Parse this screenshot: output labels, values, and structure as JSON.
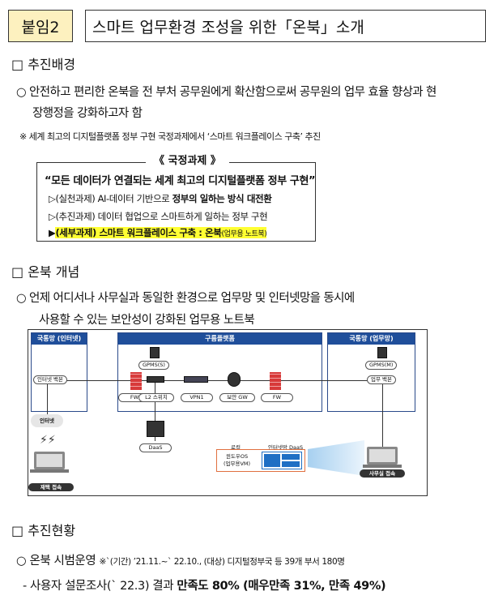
{
  "header": {
    "badge": "붙임2",
    "title": "스마트 업무환경 조성을 위한「온북」소개"
  },
  "section1": {
    "heading": "□ 추진배경",
    "bullet_l1": "○ 안전하고 편리한 온북을 전 부처 공무원에게 확산함으로써 공무원의 업무 효율 향상과 현",
    "bullet_l2": "장행정을 강화하고자 함",
    "note": "※ 세계 최고의 디지털플랫폼 정부 구현 국정과제에서 ‘스마트 워크플레이스 구축’ 추진",
    "task_box": {
      "title": "《 국정과제 》",
      "headline": "“모든 데이터가 연결되는 세계 최고의 디지털플랫폼 정부 구현”",
      "line1_prefix": "▷(실천과제) AI-데이터 기반으로 ",
      "line1_bold": "정부의 일하는 방식 대전환",
      "line2": "▷(추진과제) 데이터 협업으로 스마트하게 일하는 정부 구현",
      "line3_marker": "▶",
      "line3_bold": "(세부과제) 스마트 워크플레이스 구축  : 온북",
      "line3_small": "(업무용 노트북)"
    }
  },
  "section2": {
    "heading": "□ 온북 개념",
    "bullet_l1": "○ 언제 어디서나 사무실과 동일한 환경으로 업무망 및 인터넷망을 동시에",
    "bullet_l2": "사용할 수 있는 보안성이 강화된 업무용 노트북",
    "diagram": {
      "panel_left": "국통망 (인터넷)",
      "panel_mid": "구름플랫폼",
      "panel_right": "국통망 (업무망)",
      "internet_backbone": "인터넷 백본",
      "gpms_s": "GPMS(S)",
      "fw1": "FW",
      "l2": "L2 스위치",
      "vpn": "VPN1",
      "gw": "보안 GW",
      "fw2": "FW",
      "gpms_m": "GPMS(M)",
      "work_backbone": "업무 백본",
      "internet": "인터넷",
      "daas": "DaaS",
      "remote": "재택 접속",
      "office": "사무실 접속",
      "local": "로컬",
      "internet_daas": "인터넷망 DaaS",
      "windows": "윈도우OS",
      "vm": "(업무용VM)"
    }
  },
  "section3": {
    "heading": "□ 추진현황",
    "bullet": "○ 온북 시범운영 ",
    "bullet_note": "※`(기간) ’21.11.~` 22.10., (대상) 디지털정부국 등 39개 부서 180명",
    "sub_prefix": "- 사용자 설문조사(` 22.3) 결과 ",
    "sub_bold": "만족도 80% (매우만족 31%, 만족 49%)"
  },
  "colors": {
    "badge_bg": "#fdf1bf",
    "highlight": "#ffff33",
    "panel_header": "#1f4e9a"
  }
}
